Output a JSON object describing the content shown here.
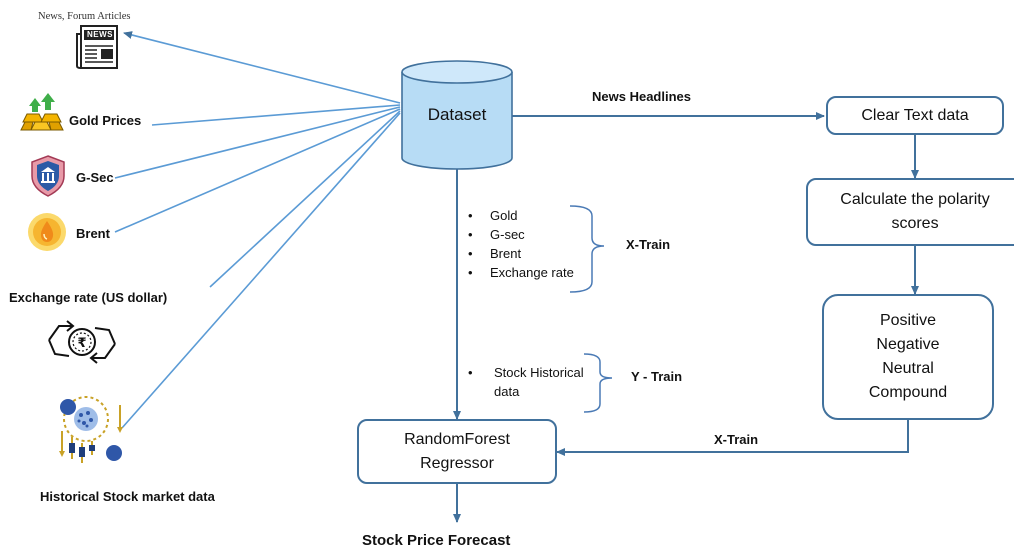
{
  "sources": {
    "news": "News, Forum Articles",
    "news_icon_text": "NEWS",
    "gold": "Gold Prices",
    "gsec": "G-Sec",
    "brent": "Brent",
    "exchange": "Exchange rate (US dollar)",
    "historical": "Historical Stock market data"
  },
  "dataset": "Dataset",
  "edges": {
    "news_headlines": "News Headlines",
    "x_train_features": "X-Train",
    "y_train": "Y - Train",
    "x_train_sentiment": "X-Train"
  },
  "features": [
    "Gold",
    "G-sec",
    "Brent",
    "Exchange rate"
  ],
  "target": [
    "Stock Historical",
    "data"
  ],
  "nlp": {
    "clear_text": "Clear Text data",
    "polarity": "Calculate the polarity scores",
    "scores": [
      "Positive",
      "Negative",
      "Neutral",
      "Compound"
    ]
  },
  "model": "RandomForest Regressor",
  "output": "Stock Price Forecast",
  "colors": {
    "line": "#5b9bd5",
    "box_border": "#41719c",
    "cylinder": "#b7dcf5",
    "brace": "#4a7ab5"
  }
}
